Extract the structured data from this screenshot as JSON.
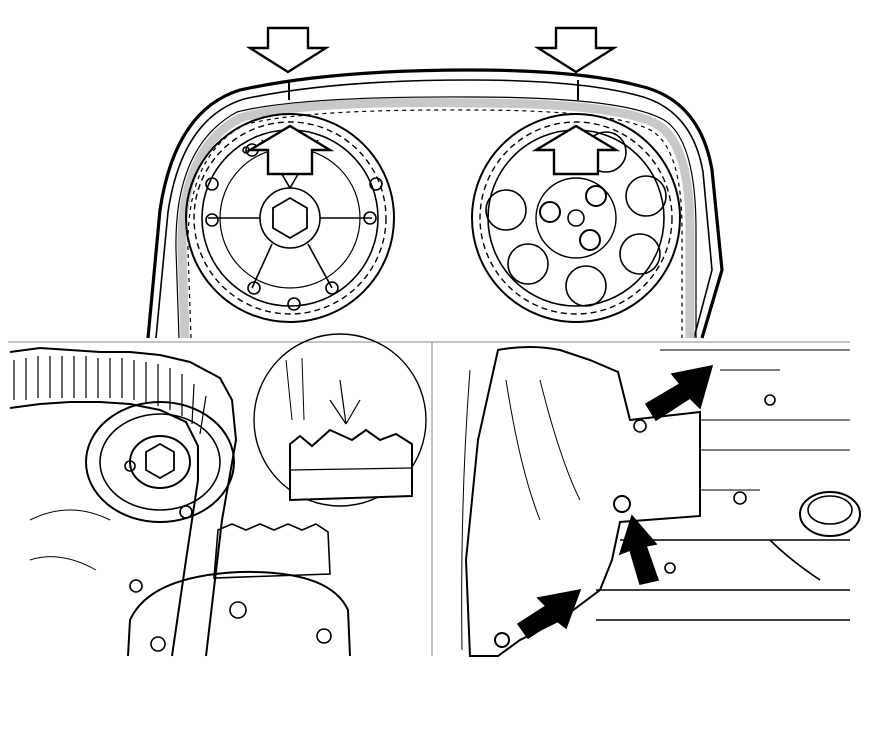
{
  "figure": {
    "panels": [
      {
        "name": "camshaft-sprockets-timing-belt",
        "arrows": 4
      },
      {
        "name": "crankshaft-pulley-belt-detail",
        "arrows": 0
      },
      {
        "name": "cover-bolts-detail",
        "arrows": 3
      }
    ]
  },
  "colors": {
    "line": "#000000",
    "belt_fill": "#c8c8c8",
    "background": "#ffffff",
    "panel_border": "#8a8a8a"
  }
}
